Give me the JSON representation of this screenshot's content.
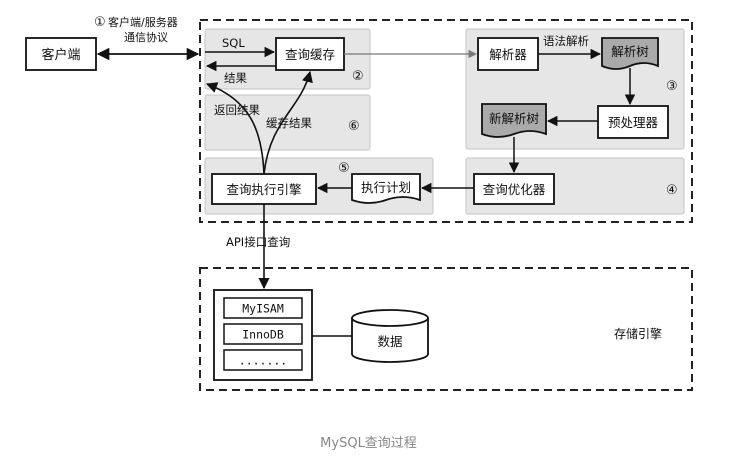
{
  "protocol": {
    "marker": "①",
    "line1": "客户端/服务器",
    "line2": "通信协议"
  },
  "nodes": {
    "client": "客户端",
    "query_cache": "查询缓存",
    "parser": "解析器",
    "parse_tree": "解析树",
    "preprocessor": "预处理器",
    "new_parse_tree": "新解析树",
    "optimizer": "查询优化器",
    "execution_plan": "执行计划",
    "execution_engine": "查询执行引擎",
    "data": "数据"
  },
  "labels": {
    "sql": "SQL",
    "result": "结果",
    "syntax_parsing": "语法解析",
    "return_result": "返回结果",
    "cache_result": "缓存结果",
    "api_query": "API接口查询",
    "storage_engine": "存储引擎"
  },
  "regions": {
    "r2": "②",
    "r3": "③",
    "r4": "④",
    "r5": "⑤",
    "r6": "⑥"
  },
  "storage_engines": [
    "MyISAM",
    "InnoDB",
    "......."
  ],
  "caption": "MySQL查询过程"
}
